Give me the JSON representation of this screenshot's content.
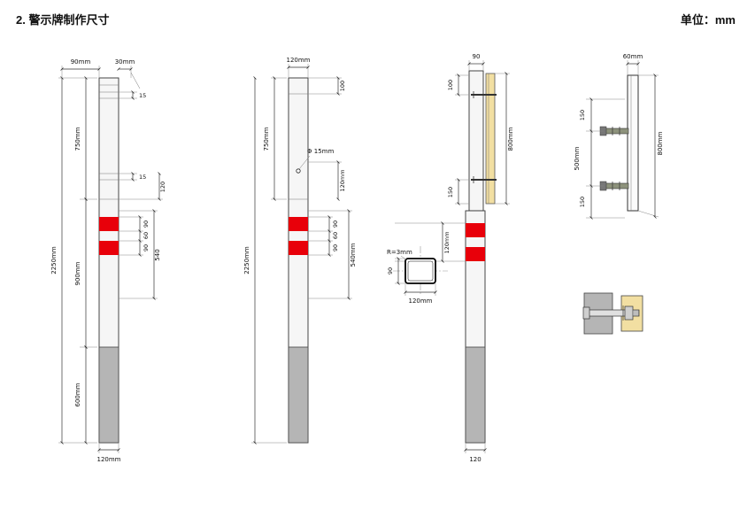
{
  "header": {
    "title": "2. 警示牌制作尺寸",
    "unit": "单位：mm"
  },
  "colors": {
    "band_red": "#e8000a",
    "board_yellow": "#f2dfa2",
    "buried_gray": "#b5b5b5"
  },
  "post1": {
    "top_width": "90mm",
    "top_offset": "30mm",
    "notch_top": "15",
    "notch_bottom": "15",
    "upper_section": "750mm",
    "hole_span": "120",
    "overall_height": "2250mm",
    "middle_section": "900mm",
    "band_region": "540",
    "band_top": "90",
    "band_gap": "60",
    "band_bottom": "90",
    "buried_depth": "600mm",
    "base_width": "120mm"
  },
  "post2": {
    "top_width": "120mm",
    "cap_height": "100",
    "upper_section": "750mm",
    "overall_height": "2250mm",
    "hole_label": "Φ 15mm",
    "hole_span": "120mm",
    "band_top": "90",
    "band_gap": "60",
    "band_bottom": "90",
    "band_region": "540mm"
  },
  "post3": {
    "top_width": "90",
    "cap_height": "100",
    "board_height": "800mm",
    "bracket_gap": "150",
    "band_region": "120mm",
    "base_width": "120"
  },
  "section_detail": {
    "corner_radius": "R=3mm",
    "height": "90",
    "width": "120mm"
  },
  "post4": {
    "flange_width": "60mm",
    "top_spacing": "150",
    "bolt_spacing": "500mm",
    "bottom_spacing": "150",
    "overall_height": "800mm"
  }
}
